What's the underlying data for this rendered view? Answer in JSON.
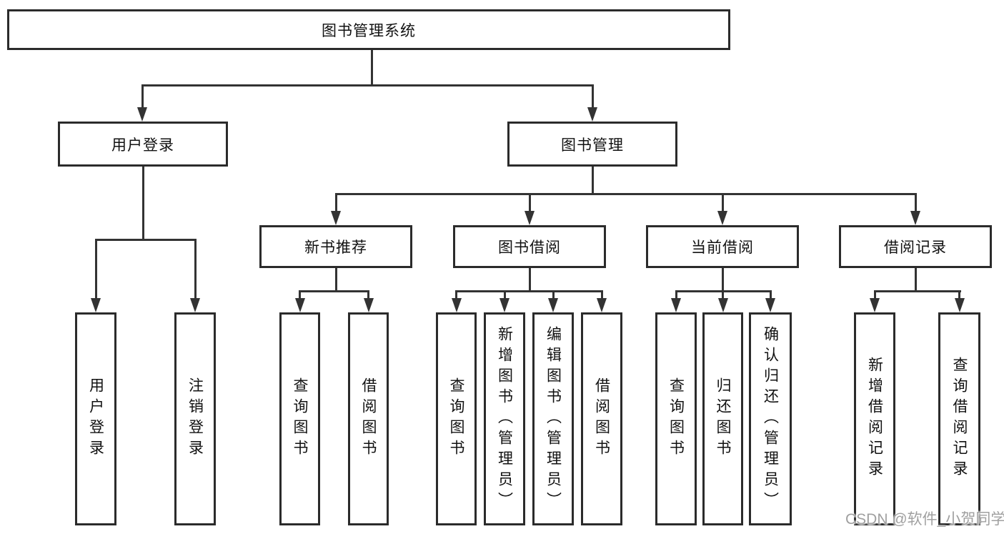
{
  "tree": {
    "root": {
      "label": "图书管理系统",
      "children": [
        {
          "label": "用户登录",
          "children": [
            {
              "label": "用户登录"
            },
            {
              "label": "注销登录"
            }
          ]
        },
        {
          "label": "图书管理",
          "children": [
            {
              "label": "新书推荐",
              "children": [
                {
                  "label": "查询图书"
                },
                {
                  "label": "借阅图书"
                }
              ]
            },
            {
              "label": "图书借阅",
              "children": [
                {
                  "label": "查询图书"
                },
                {
                  "label": "新增图书（管理员）"
                },
                {
                  "label": "编辑图书（管理员）"
                },
                {
                  "label": "借阅图书"
                }
              ]
            },
            {
              "label": "当前借阅",
              "children": [
                {
                  "label": "查询图书"
                },
                {
                  "label": "归还图书"
                },
                {
                  "label": "确认归还（管理员）"
                }
              ]
            },
            {
              "label": "借阅记录",
              "children": [
                {
                  "label": "新增借阅记录"
                },
                {
                  "label": "查询借阅记录"
                }
              ]
            }
          ]
        }
      ]
    }
  },
  "watermark": {
    "text": "CSDN @软件_小贺同学"
  },
  "colors": {
    "background": "#ffffff",
    "line": "#333333",
    "box_border": "#2b2b2b",
    "text": "#111111",
    "watermark": "#a0a0a0"
  }
}
